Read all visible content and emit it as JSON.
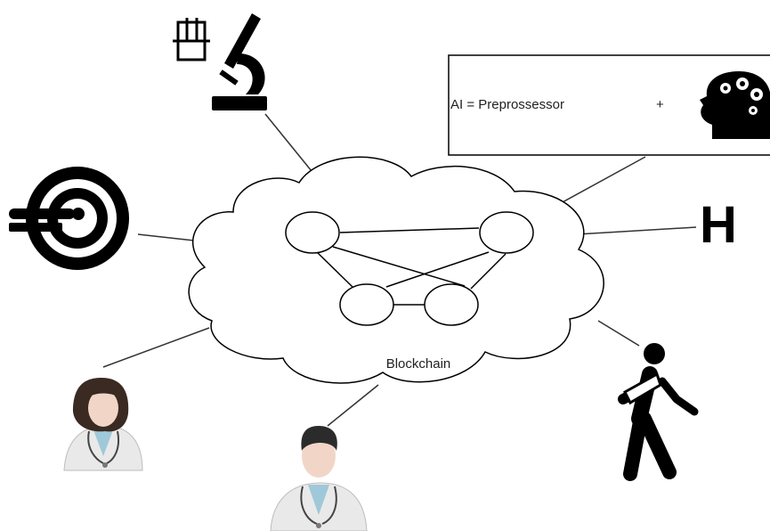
{
  "cloud": {
    "label": "Blockchain"
  },
  "ai_box": {
    "text": "AI = Preprossessor",
    "plus": "+"
  },
  "hospital": {
    "letter": "H"
  },
  "icons": {
    "lab": "lab-tubes-icon",
    "microscope": "microscope-icon",
    "mri": "mri-scanner-icon",
    "ai_head": "brain-gears-head-icon",
    "hospital": "hospital-h-icon",
    "patient": "injured-patient-icon",
    "doctor_female": "female-doctor-icon",
    "doctor_male": "male-doctor-icon"
  },
  "colors": {
    "line": "#333333",
    "stroke": "#000000",
    "skin": "#f1d6c7",
    "coat": "#e9e9e9",
    "hair_f": "#3a2a22",
    "hair_m": "#2b2b2b"
  }
}
